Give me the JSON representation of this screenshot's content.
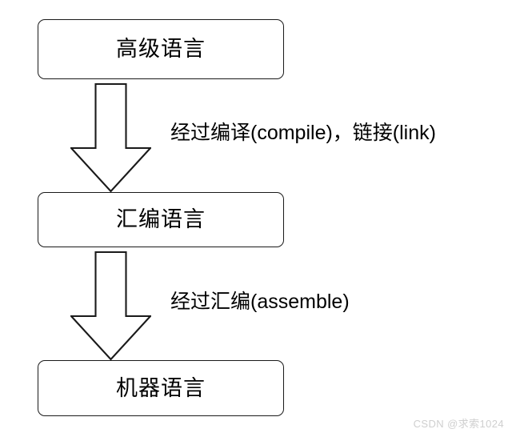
{
  "diagram": {
    "title": "",
    "background_color": "#ffffff",
    "stroke_color": "#1a1a1a",
    "text_color": "#000000",
    "nodes": [
      {
        "id": "high-level-language",
        "label": "高级语言"
      },
      {
        "id": "assembly-language",
        "label": "汇编语言"
      },
      {
        "id": "machine-language",
        "label": "机器语言"
      }
    ],
    "edges": [
      {
        "id": "compile-link",
        "from": "high-level-language",
        "to": "assembly-language",
        "label": "经过编译(compile)，链接(link)",
        "arrow": "block-arrow-down"
      },
      {
        "id": "assemble",
        "from": "assembly-language",
        "to": "machine-language",
        "label": "经过汇编(assemble)",
        "arrow": "block-arrow-down"
      }
    ]
  },
  "watermark": {
    "text": "CSDN @求索1024",
    "color": "#cfcfcf"
  }
}
